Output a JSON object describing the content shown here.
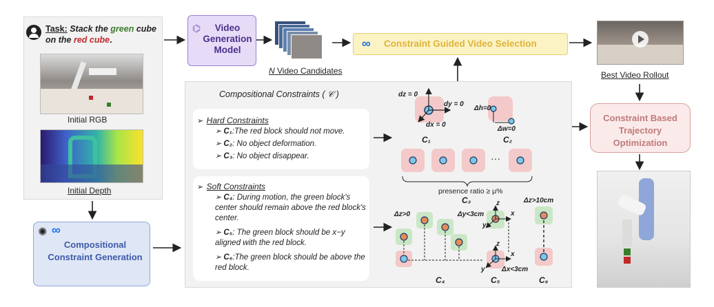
{
  "task": {
    "prefix": "Task:",
    "part1": "Stack the",
    "green": "green",
    "part2": "cube",
    "part3": "on the",
    "red": "red cube",
    "end": "."
  },
  "captions": {
    "initial_rgb": "Initial RGB",
    "initial_depth": "Initial Depth",
    "n_label": "N",
    "video_candidates": "Video Candidates",
    "best_video": "Best Video Rollout"
  },
  "boxes": {
    "vgm": "Video Generation Model",
    "cgvs": "Constraint Guided Video Selection",
    "ccg": "Compositional Constraint Generation",
    "cbto": "Constraint Based Trajectory Optimization"
  },
  "constraints": {
    "title": "Compositional Constraints ( 𝒞 )",
    "hard_title": "Hard Constraints",
    "hard": [
      {
        "label": "C₁",
        "text": ":The red block should not move."
      },
      {
        "label": "C₂",
        "text": ": No object deformation."
      },
      {
        "label": "C₃",
        "text": ": No object disappear."
      }
    ],
    "soft_title": "Soft Constraints",
    "soft": [
      {
        "label": "C₄",
        "text": ": During motion, the green block's center should remain above the red block's center."
      },
      {
        "label": "C₅",
        "text": ": The green block should be x−y aligned with the red block."
      },
      {
        "label": "C₆",
        "text": ":The green block should be above the red block."
      }
    ]
  },
  "figure_labels": {
    "dz": "dz = 0",
    "dy": "dy = 0",
    "dx": "dx = 0",
    "dh": "Δh=0",
    "dw": "Δw=0",
    "c1": "C₁",
    "c2": "C₂",
    "c3": "C₃",
    "c4": "C₄",
    "c5": "C₅",
    "c6": "C₆",
    "ellipsis": "···",
    "presence": "presence ratio ≥ μ%",
    "dz_pos": "Δz>0",
    "dy3": "Δy<3cm",
    "dx3": "Δx<3cm",
    "dz10": "Δz>10cm",
    "axis_z": "z",
    "axis_y": "y",
    "axis_x": "x"
  },
  "colors": {
    "vgm_text": "#4b2f8a",
    "cgvs_text": "#e0b43a",
    "ccg_text": "#3d5aa8",
    "cbto_text": "#c07a7a",
    "green": "#3a7d2a",
    "red": "#c0282a"
  },
  "icons": [
    "user-icon",
    "openai-icon",
    "meta-icon",
    "play-icon"
  ]
}
